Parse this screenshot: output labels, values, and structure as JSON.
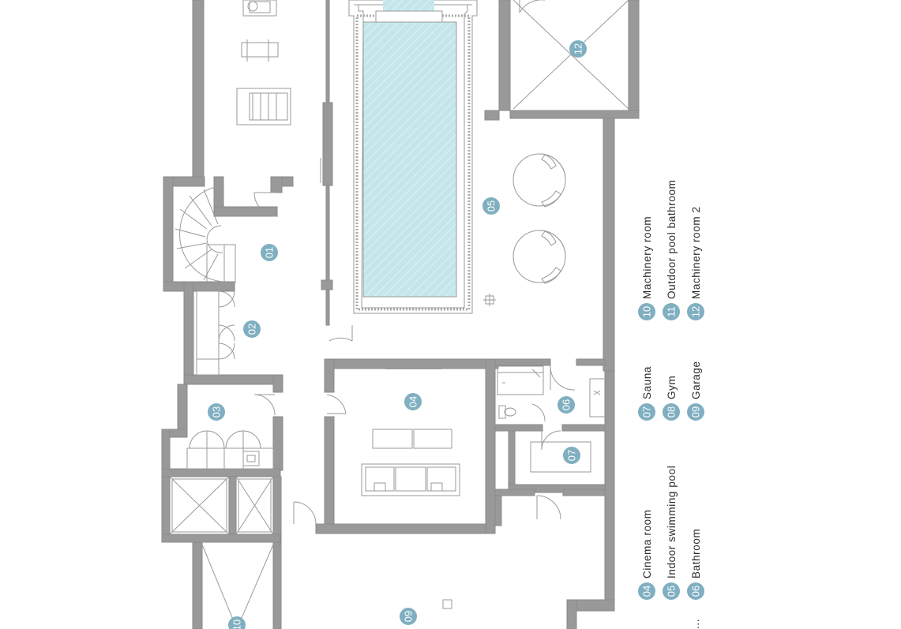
{
  "colors": {
    "wall": "#999999",
    "wall_stroke": "#8a8a8a",
    "pool": "#bfe5ea",
    "marker": "#7fafc0",
    "line": "#9a9a9a",
    "background": "#ffffff"
  },
  "room_markers": {
    "r01": "01",
    "r02": "02",
    "r03": "03",
    "r04": "04",
    "r05": "05",
    "r06": "06",
    "r07": "07",
    "r09": "09",
    "r10": "10",
    "r12": "12"
  },
  "legend": [
    {
      "number": "04",
      "label": "Cinema room"
    },
    {
      "number": "05",
      "label": "Indoor swimming pool"
    },
    {
      "number": "06",
      "label": "Bathroom"
    },
    {
      "number": "07",
      "label": "Sauna"
    },
    {
      "number": "08",
      "label": "Gym"
    },
    {
      "number": "09",
      "label": "Garage"
    },
    {
      "number": "10",
      "label": "Machinery room"
    },
    {
      "number": "11",
      "label": "Outdoor pool bathroom"
    },
    {
      "number": "12",
      "label": "Machinery room 2"
    }
  ],
  "cut_legend_text": "..."
}
